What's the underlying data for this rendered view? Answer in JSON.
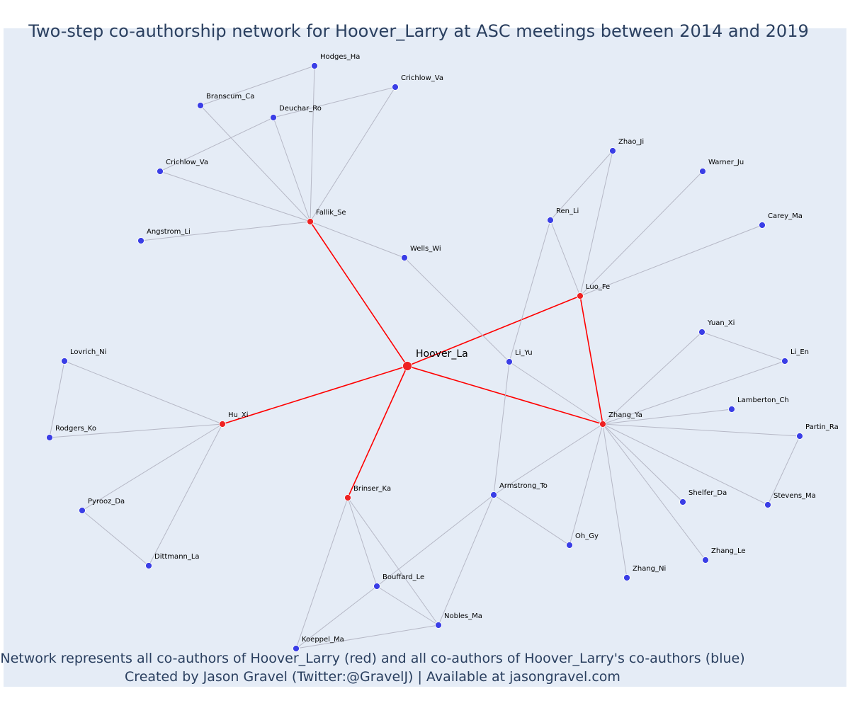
{
  "title": "Two-step co-authorship network for Hoover_Larry at ASC meetings between 2014 and 2019",
  "caption": [
    "Network represents all co-authors of Hoover_Larry (red) and all co-authors of Hoover_Larry's co-authors (blue)",
    "Created by Jason Gravel (Twitter:@GravelJ) | Available at jasongravel.com"
  ],
  "colors": {
    "background": "#e5ecf6",
    "primary_edge": "#ff0000",
    "secondary_edge": "#b6b8c6",
    "focal_node": "#ee2222",
    "coauthor_node": "#ee2222",
    "second_step_node": "#3a3ee6",
    "text": "#2a3f5f"
  },
  "legend": {
    "red": "co-authors of Hoover_Larry",
    "blue": "co-authors of Hoover_Larry's co-authors"
  },
  "nodes": [
    {
      "id": "hoover",
      "label": "Hoover_La",
      "group": "focal"
    },
    {
      "id": "fallik",
      "label": "Fallik_Se",
      "group": "coauthor"
    },
    {
      "id": "luo",
      "label": "Luo_Fe",
      "group": "coauthor"
    },
    {
      "id": "hu",
      "label": "Hu_Xi",
      "group": "coauthor"
    },
    {
      "id": "zhangya",
      "label": "Zhang_Ya",
      "group": "coauthor"
    },
    {
      "id": "brinser",
      "label": "Brinser_Ka",
      "group": "coauthor"
    },
    {
      "id": "hodges",
      "label": "Hodges_Ha",
      "group": "second"
    },
    {
      "id": "crichlow1",
      "label": "Crichlow_Va",
      "group": "second"
    },
    {
      "id": "branscum",
      "label": "Branscum_Ca",
      "group": "second"
    },
    {
      "id": "deuchar",
      "label": "Deuchar_Ro",
      "group": "second"
    },
    {
      "id": "crichlow2",
      "label": "Crichlow_Va",
      "group": "second"
    },
    {
      "id": "angstrom",
      "label": "Angstrom_Li",
      "group": "second"
    },
    {
      "id": "wells",
      "label": "Wells_Wi",
      "group": "second"
    },
    {
      "id": "zhaoji",
      "label": "Zhao_Ji",
      "group": "second"
    },
    {
      "id": "warner",
      "label": "Warner_Ju",
      "group": "second"
    },
    {
      "id": "renli",
      "label": "Ren_Li",
      "group": "second"
    },
    {
      "id": "carey",
      "label": "Carey_Ma",
      "group": "second"
    },
    {
      "id": "yuan",
      "label": "Yuan_Xi",
      "group": "second"
    },
    {
      "id": "lien",
      "label": "Li_En",
      "group": "second"
    },
    {
      "id": "liyu",
      "label": "Li_Yu",
      "group": "second"
    },
    {
      "id": "lamberton",
      "label": "Lamberton_Ch",
      "group": "second"
    },
    {
      "id": "partin",
      "label": "Partin_Ra",
      "group": "second"
    },
    {
      "id": "lovrich",
      "label": "Lovrich_Ni",
      "group": "second"
    },
    {
      "id": "rodgers",
      "label": "Rodgers_Ko",
      "group": "second"
    },
    {
      "id": "pyrooz",
      "label": "Pyrooz_Da",
      "group": "second"
    },
    {
      "id": "dittmann",
      "label": "Dittmann_La",
      "group": "second"
    },
    {
      "id": "armstrong",
      "label": "Armstrong_To",
      "group": "second"
    },
    {
      "id": "shelfer",
      "label": "Shelfer_Da",
      "group": "second"
    },
    {
      "id": "stevens",
      "label": "Stevens_Ma",
      "group": "second"
    },
    {
      "id": "ohgy",
      "label": "Oh_Gy",
      "group": "second"
    },
    {
      "id": "zhangle",
      "label": "Zhang_Le",
      "group": "second"
    },
    {
      "id": "zhangni",
      "label": "Zhang_Ni",
      "group": "second"
    },
    {
      "id": "bouffard",
      "label": "Bouffard_Le",
      "group": "second"
    },
    {
      "id": "nobles",
      "label": "Nobles_Ma",
      "group": "second"
    },
    {
      "id": "koeppel",
      "label": "Koeppel_Ma",
      "group": "second"
    }
  ],
  "edges": [
    {
      "source": "hoover",
      "target": "fallik",
      "type": "primary"
    },
    {
      "source": "hoover",
      "target": "luo",
      "type": "primary"
    },
    {
      "source": "hoover",
      "target": "hu",
      "type": "primary"
    },
    {
      "source": "hoover",
      "target": "zhangya",
      "type": "primary"
    },
    {
      "source": "hoover",
      "target": "brinser",
      "type": "primary"
    },
    {
      "source": "luo",
      "target": "zhangya",
      "type": "primary"
    },
    {
      "source": "fallik",
      "target": "hodges",
      "type": "secondary"
    },
    {
      "source": "fallik",
      "target": "crichlow1",
      "type": "secondary"
    },
    {
      "source": "fallik",
      "target": "branscum",
      "type": "secondary"
    },
    {
      "source": "fallik",
      "target": "deuchar",
      "type": "secondary"
    },
    {
      "source": "fallik",
      "target": "crichlow2",
      "type": "secondary"
    },
    {
      "source": "fallik",
      "target": "angstrom",
      "type": "secondary"
    },
    {
      "source": "fallik",
      "target": "wells",
      "type": "secondary"
    },
    {
      "source": "hodges",
      "target": "branscum",
      "type": "secondary"
    },
    {
      "source": "deuchar",
      "target": "crichlow1",
      "type": "secondary"
    },
    {
      "source": "deuchar",
      "target": "crichlow2",
      "type": "secondary"
    },
    {
      "source": "wells",
      "target": "liyu",
      "type": "secondary"
    },
    {
      "source": "luo",
      "target": "zhaoji",
      "type": "secondary"
    },
    {
      "source": "luo",
      "target": "renli",
      "type": "secondary"
    },
    {
      "source": "luo",
      "target": "warner",
      "type": "secondary"
    },
    {
      "source": "luo",
      "target": "carey",
      "type": "secondary"
    },
    {
      "source": "renli",
      "target": "zhaoji",
      "type": "secondary"
    },
    {
      "source": "renli",
      "target": "liyu",
      "type": "secondary"
    },
    {
      "source": "hu",
      "target": "lovrich",
      "type": "secondary"
    },
    {
      "source": "hu",
      "target": "rodgers",
      "type": "secondary"
    },
    {
      "source": "hu",
      "target": "pyrooz",
      "type": "secondary"
    },
    {
      "source": "hu",
      "target": "dittmann",
      "type": "secondary"
    },
    {
      "source": "lovrich",
      "target": "rodgers",
      "type": "secondary"
    },
    {
      "source": "pyrooz",
      "target": "dittmann",
      "type": "secondary"
    },
    {
      "source": "zhangya",
      "target": "yuan",
      "type": "secondary"
    },
    {
      "source": "zhangya",
      "target": "lien",
      "type": "secondary"
    },
    {
      "source": "zhangya",
      "target": "lamberton",
      "type": "secondary"
    },
    {
      "source": "zhangya",
      "target": "partin",
      "type": "secondary"
    },
    {
      "source": "zhangya",
      "target": "stevens",
      "type": "secondary"
    },
    {
      "source": "zhangya",
      "target": "shelfer",
      "type": "secondary"
    },
    {
      "source": "zhangya",
      "target": "zhangle",
      "type": "secondary"
    },
    {
      "source": "zhangya",
      "target": "zhangni",
      "type": "secondary"
    },
    {
      "source": "zhangya",
      "target": "ohgy",
      "type": "secondary"
    },
    {
      "source": "zhangya",
      "target": "armstrong",
      "type": "secondary"
    },
    {
      "source": "zhangya",
      "target": "liyu",
      "type": "secondary"
    },
    {
      "source": "yuan",
      "target": "lien",
      "type": "secondary"
    },
    {
      "source": "partin",
      "target": "stevens",
      "type": "secondary"
    },
    {
      "source": "liyu",
      "target": "armstrong",
      "type": "secondary"
    },
    {
      "source": "armstrong",
      "target": "ohgy",
      "type": "secondary"
    },
    {
      "source": "armstrong",
      "target": "bouffard",
      "type": "secondary"
    },
    {
      "source": "armstrong",
      "target": "nobles",
      "type": "secondary"
    },
    {
      "source": "brinser",
      "target": "bouffard",
      "type": "secondary"
    },
    {
      "source": "brinser",
      "target": "nobles",
      "type": "secondary"
    },
    {
      "source": "brinser",
      "target": "koeppel",
      "type": "secondary"
    },
    {
      "source": "bouffard",
      "target": "nobles",
      "type": "secondary"
    },
    {
      "source": "bouffard",
      "target": "koeppel",
      "type": "secondary"
    },
    {
      "source": "nobles",
      "target": "koeppel",
      "type": "secondary"
    }
  ]
}
